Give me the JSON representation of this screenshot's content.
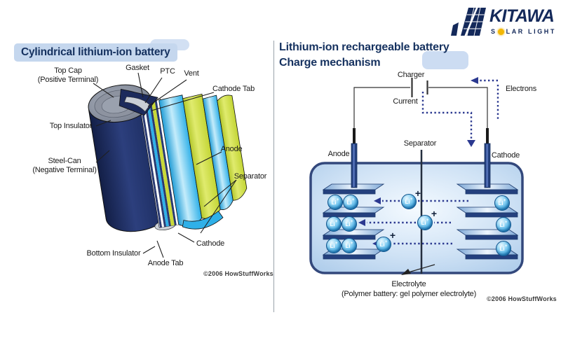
{
  "brand": {
    "name": "KITAWA",
    "tagline": "SOLAR LIGHT",
    "tagline_first_letter": "S",
    "tagline_rest": "LAR LIGHT"
  },
  "left_panel": {
    "title": "Cylindrical lithium-ion battery",
    "labels": {
      "top_cap": "Top Cap",
      "top_cap_sub": "(Positive Terminal)",
      "gasket": "Gasket",
      "ptc": "PTC",
      "vent": "Vent",
      "cathode_tab": "Cathode Tab",
      "top_insulator": "Top Insulator",
      "steel_can": "Steel-Can",
      "steel_can_sub": "(Negative Terminal)",
      "anode": "Anode",
      "separator": "Separator",
      "cathode": "Cathode",
      "bottom_insulator": "Bottom Insulator",
      "anode_tab": "Anode Tab"
    },
    "credit": "©2006 HowStuffWorks"
  },
  "right_panel": {
    "title_line1": "Lithium-ion rechargeable battery",
    "title_line2": "Charge mechanism",
    "labels": {
      "charger": "Charger",
      "current": "Current",
      "electrons": "Electrons",
      "anode": "Anode",
      "separator": "Separator",
      "cathode": "Cathode",
      "electrolyte": "Electrolyte",
      "electrolyte_sub": "(Polymer battery: gel polymer electrolyte)"
    },
    "ion": {
      "symbol": "Li",
      "charge": "+"
    },
    "credit": "©2006 HowStuffWorks"
  },
  "colors": {
    "navy": "#16305e",
    "panel_highlight": "#c5d7ee",
    "cyan": "#2fb0e8",
    "yellow_green": "#c9d938",
    "dotted_arrow": "#2b3990",
    "box_fill": "#b7d4ef",
    "box_border": "#33487c",
    "sun_yellow": "#f2b705"
  }
}
